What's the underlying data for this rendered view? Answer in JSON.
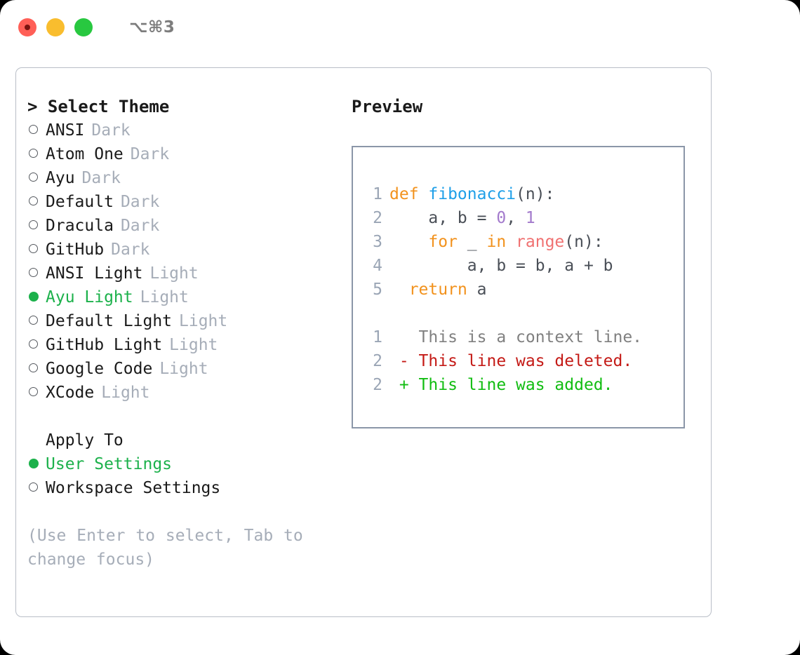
{
  "titlebar": {
    "shortcut": "⌥⌘3",
    "lights": [
      "close",
      "minimize",
      "maximize"
    ]
  },
  "theme_picker": {
    "heading": "> Select Theme",
    "items": [
      {
        "name": "ANSI",
        "variant": "Dark",
        "selected": false
      },
      {
        "name": "Atom One",
        "variant": "Dark",
        "selected": false
      },
      {
        "name": "Ayu",
        "variant": "Dark",
        "selected": false
      },
      {
        "name": "Default",
        "variant": "Dark",
        "selected": false
      },
      {
        "name": "Dracula",
        "variant": "Dark",
        "selected": false
      },
      {
        "name": "GitHub",
        "variant": "Dark",
        "selected": false
      },
      {
        "name": "ANSI Light",
        "variant": "Light",
        "selected": false
      },
      {
        "name": "Ayu Light",
        "variant": "Light",
        "selected": true
      },
      {
        "name": "Default Light",
        "variant": "Light",
        "selected": false
      },
      {
        "name": "GitHub Light",
        "variant": "Light",
        "selected": false
      },
      {
        "name": "Google Code",
        "variant": "Light",
        "selected": false
      },
      {
        "name": "XCode",
        "variant": "Light",
        "selected": false
      }
    ]
  },
  "apply_to": {
    "label": "Apply To",
    "options": [
      {
        "name": "User Settings",
        "selected": true
      },
      {
        "name": "Workspace Settings",
        "selected": false
      }
    ]
  },
  "hint": "(Use Enter to select, Tab to change focus)",
  "preview": {
    "heading": "Preview",
    "code_lines": [
      {
        "no": "1",
        "tokens": [
          {
            "t": "def ",
            "c": "kw"
          },
          {
            "t": "fibonacci",
            "c": "fn"
          },
          {
            "t": "(n):",
            "c": "plain"
          }
        ]
      },
      {
        "no": "2",
        "tokens": [
          {
            "t": "    a, b = ",
            "c": "plain"
          },
          {
            "t": "0",
            "c": "num"
          },
          {
            "t": ", ",
            "c": "plain"
          },
          {
            "t": "1",
            "c": "num"
          }
        ]
      },
      {
        "no": "3",
        "tokens": [
          {
            "t": "    ",
            "c": "plain"
          },
          {
            "t": "for",
            "c": "kw"
          },
          {
            "t": " _ ",
            "c": "plain"
          },
          {
            "t": "in",
            "c": "kw"
          },
          {
            "t": " ",
            "c": "plain"
          },
          {
            "t": "range",
            "c": "builtin"
          },
          {
            "t": "(n):",
            "c": "plain"
          }
        ]
      },
      {
        "no": "4",
        "tokens": [
          {
            "t": "        a, b = b, a + b",
            "c": "plain"
          }
        ]
      },
      {
        "no": "5",
        "tokens": [
          {
            "t": "  ",
            "c": "plain"
          },
          {
            "t": "return",
            "c": "kw"
          },
          {
            "t": " a",
            "c": "plain"
          }
        ]
      }
    ],
    "diff_lines": [
      {
        "no": "1",
        "marker": " ",
        "text": "This is a context line.",
        "kind": "ctx"
      },
      {
        "no": "2",
        "marker": "-",
        "text": "This line was deleted.",
        "kind": "del"
      },
      {
        "no": "2",
        "marker": "+",
        "text": "This line was added.",
        "kind": "add"
      }
    ]
  },
  "colors": {
    "accent_green": "#1cb14b",
    "muted": "#a6adb8",
    "keyword": "#f2921d",
    "function": "#1e9fe8",
    "number": "#a37acc",
    "builtin": "#f07171",
    "diff_delete": "#c41a16",
    "diff_add": "#12bd12",
    "panel_border": "#b9bec7",
    "preview_border": "#8b96a8"
  }
}
